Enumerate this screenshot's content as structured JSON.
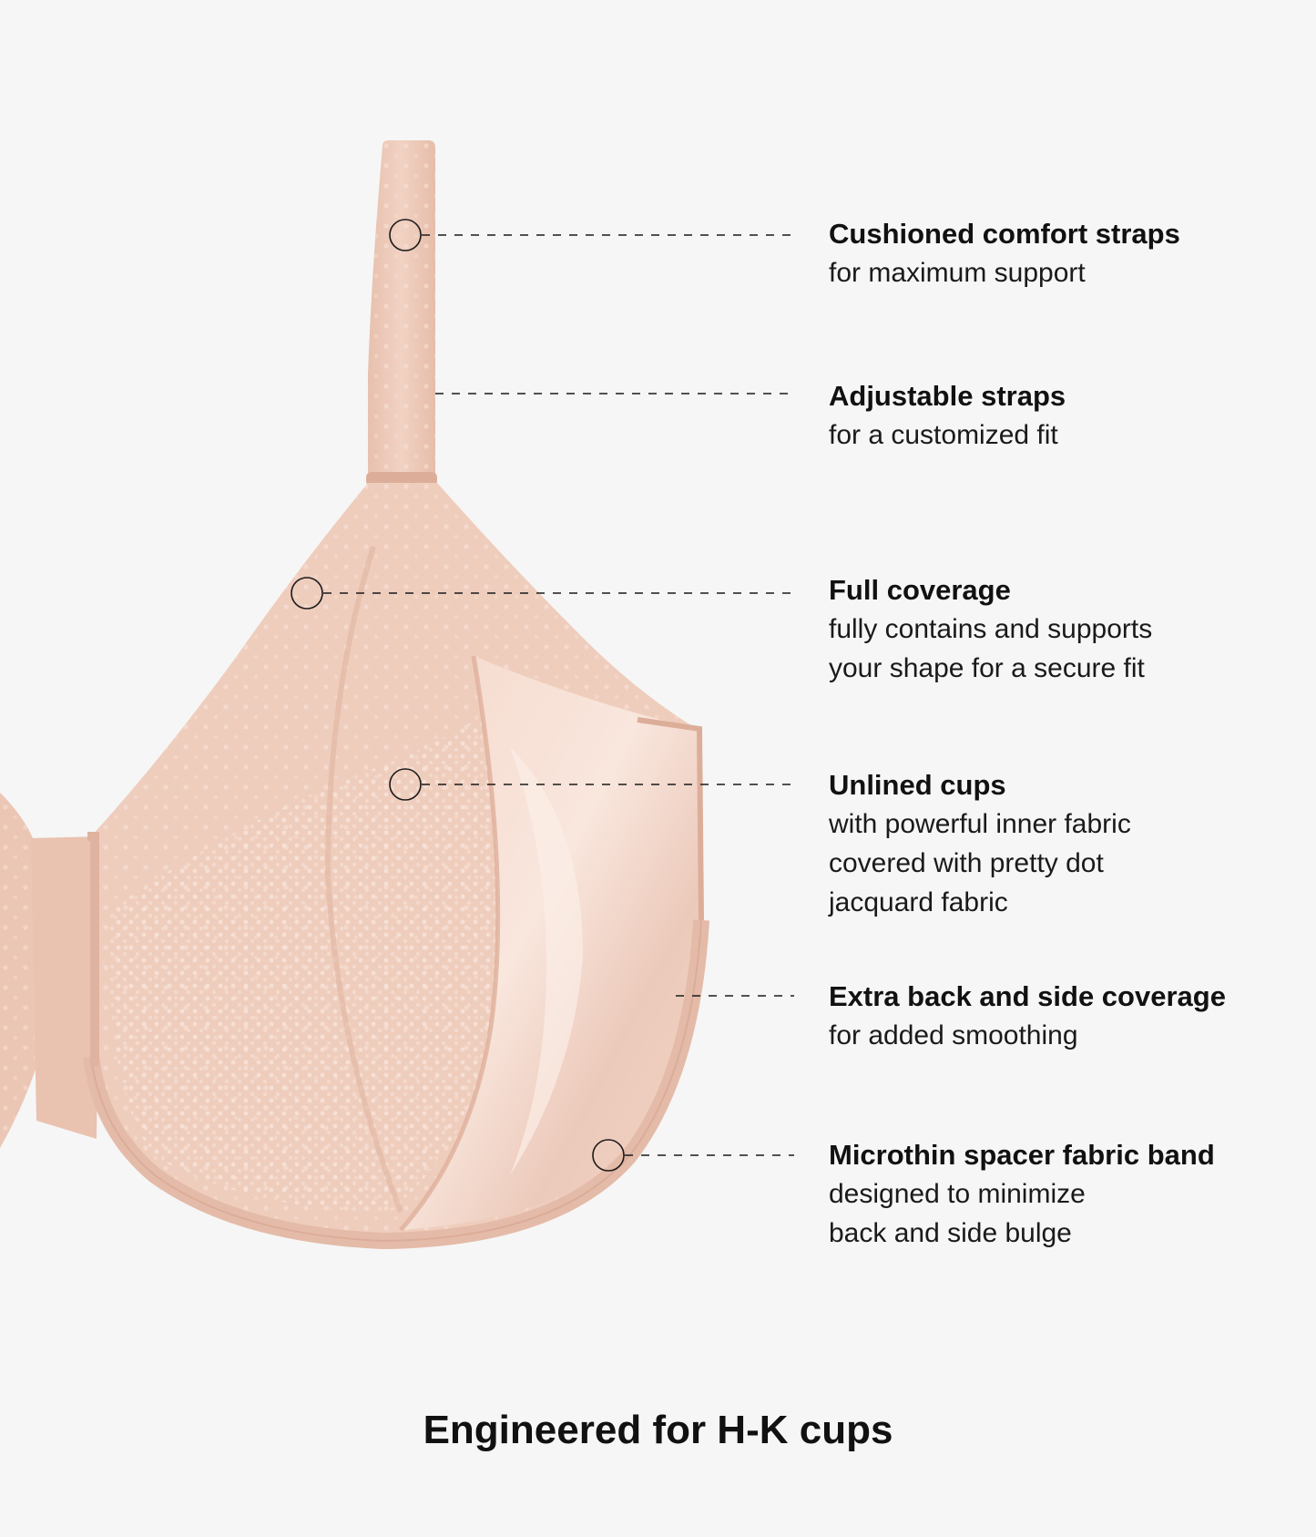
{
  "features": [
    {
      "title": "Cushioned comfort straps",
      "lines": [
        "for maximum support"
      ]
    },
    {
      "title": "Adjustable straps",
      "lines": [
        "for a customized fit"
      ]
    },
    {
      "title": "Full coverage",
      "lines": [
        "fully contains and supports",
        "your shape for a secure fit"
      ]
    },
    {
      "title": "Unlined cups",
      "lines": [
        "with powerful inner fabric",
        "covered with pretty dot",
        "jacquard fabric"
      ]
    },
    {
      "title": "Extra back and side coverage",
      "lines": [
        "for added smoothing"
      ]
    },
    {
      "title": "Microthin spacer fabric band",
      "lines": [
        "designed to minimize",
        "back and side bulge"
      ]
    }
  ],
  "headline": "Engineered for H-K cups",
  "colors": {
    "background": "#f6f6f6",
    "fabric": "#efcdbd",
    "fabric_shadow": "#e2b6a2",
    "satin_highlight": "#f8e2d8",
    "text": "#111111"
  }
}
